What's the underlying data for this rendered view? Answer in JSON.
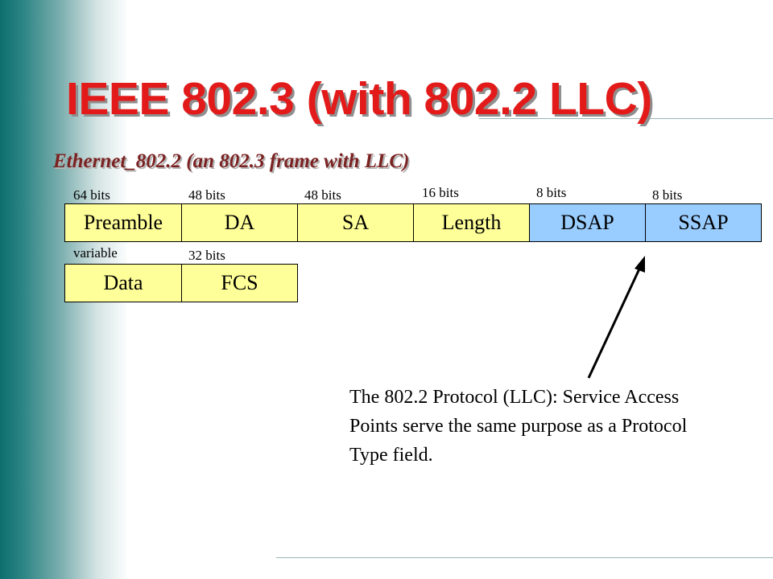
{
  "title": "IEEE 802.3 (with 802.2 LLC)",
  "subtitle": "Ethernet_802.2 (an 802.3 frame with LLC)",
  "frame_row1": [
    {
      "label": "Preamble",
      "bits": "64 bits",
      "color": "#ffff99"
    },
    {
      "label": "DA",
      "bits": "48 bits",
      "color": "#ffff99"
    },
    {
      "label": "SA",
      "bits": "48 bits",
      "color": "#ffff99"
    },
    {
      "label": "Length",
      "bits": "16 bits",
      "color": "#ffff99"
    },
    {
      "label": "DSAP",
      "bits": "8 bits",
      "color": "#99ccff"
    },
    {
      "label": "SSAP",
      "bits": "8 bits",
      "color": "#99ccff"
    }
  ],
  "frame_row2": [
    {
      "label": "Data",
      "bits": "variable",
      "color": "#ffff99"
    },
    {
      "label": "FCS",
      "bits": "32 bits",
      "color": "#ffff99"
    }
  ],
  "annotation": "The 802.2 Protocol (LLC): Service Access Points serve the same purpose as a Protocol Type field.",
  "colors": {
    "title": "#e31a1a",
    "subtitle": "#7a2222",
    "sidebar": "#0d6e6e"
  }
}
